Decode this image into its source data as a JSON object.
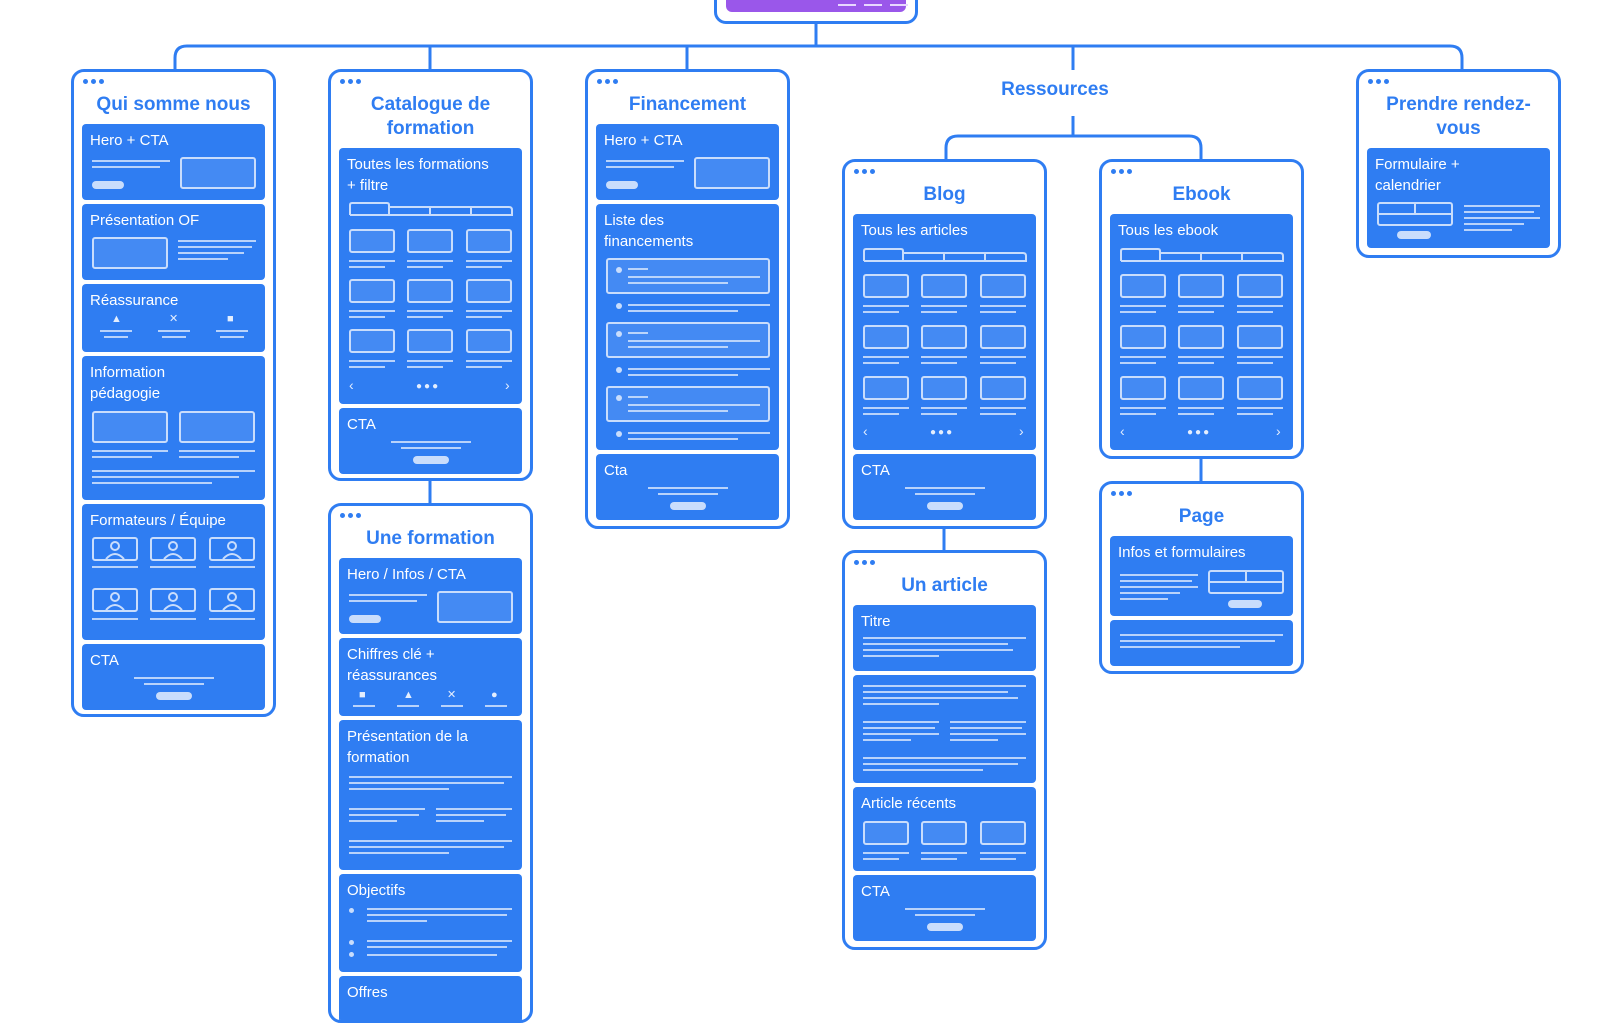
{
  "colors": {
    "accent": "#2f7df2",
    "root": "#9a57ea",
    "background": "#ffffff"
  },
  "branch_label": "Ressources",
  "frames": [
    {
      "title": "Qui somme nous",
      "sections": [
        "Hero + CTA",
        "Présentation OF",
        "Réassurance",
        "Information pédagogie",
        "Formateurs / Équipe",
        "CTA"
      ]
    },
    {
      "title": "Catalogue de formation",
      "sections": [
        "Toutes les formations + filtre",
        "CTA"
      ]
    },
    {
      "title": "Une formation",
      "sections": [
        "Hero / Infos / CTA",
        "Chiffres clé + réassurances",
        "Présentation de la formation",
        "Objectifs",
        "Offres"
      ]
    },
    {
      "title": "Financement",
      "sections": [
        "Hero + CTA",
        "Liste des financements",
        "Cta"
      ]
    },
    {
      "title": "Blog",
      "sections": [
        "Tous les articles",
        "CTA"
      ]
    },
    {
      "title": "Un article",
      "sections": [
        "Titre",
        "",
        "Article récents",
        "CTA"
      ]
    },
    {
      "title": "Ebook",
      "sections": [
        "Tous les ebook"
      ]
    },
    {
      "title": "Page",
      "sections": [
        "Infos et formulaires",
        ""
      ]
    },
    {
      "title": "Prendre rendez-vous",
      "sections": [
        "Formulaire + calendrier"
      ]
    }
  ],
  "icons": [
    "window-dots-icon",
    "triangle-icon",
    "cross-icon",
    "square-icon",
    "circle-icon",
    "person-icon",
    "chevron-left-icon",
    "chevron-right-icon"
  ]
}
